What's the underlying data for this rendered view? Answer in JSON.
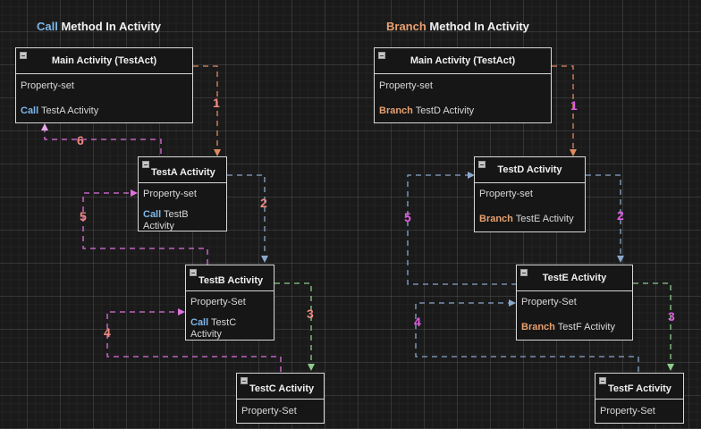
{
  "colors": {
    "call": "#7eb6ea",
    "branch": "#e8a070",
    "edge_orange": "#e08a5e",
    "edge_blue": "#8aa8cc",
    "edge_green": "#8ccc8c",
    "edge_pink": "#e070e0",
    "edge_gray": "#bdbdbd",
    "label_salmon": "#f08a80",
    "label_magenta": "#e05ce0"
  },
  "left": {
    "title_keyword": "Call",
    "title_rest": "Method In Activity",
    "boxes": {
      "main": {
        "title": "Main Activity (TestAct)",
        "row1": "Property-set",
        "kw": "Call",
        "row2": "TestA Activity"
      },
      "a": {
        "title": "TestA Activity",
        "row1": "Property-set",
        "kw": "Call",
        "row2": "TestB Activity"
      },
      "b": {
        "title": "TestB Activity",
        "row1": "Property-Set",
        "kw": "Call",
        "row2": "TestC Activity"
      },
      "c": {
        "title": "TestC Activity",
        "row1": "Property-Set"
      }
    },
    "labels": [
      "1",
      "2",
      "3",
      "4",
      "5",
      "6"
    ]
  },
  "right": {
    "title_keyword": "Branch",
    "title_rest": "Method In Activity",
    "boxes": {
      "main": {
        "title": "Main Activity (TestAct)",
        "row1": "Property-set",
        "kw": "Branch",
        "row2": "TestD Activity"
      },
      "d": {
        "title": "TestD Activity",
        "row1": "Property-set",
        "kw": "Branch",
        "row2": "TestE Activity"
      },
      "e": {
        "title": "TestE Activity",
        "row1": "Property-Set",
        "kw": "Branch",
        "row2": "TestF Activity"
      },
      "f": {
        "title": "TestF Activity",
        "row1": "Property-Set"
      }
    },
    "labels": [
      "1",
      "2",
      "3",
      "4",
      "5"
    ]
  }
}
